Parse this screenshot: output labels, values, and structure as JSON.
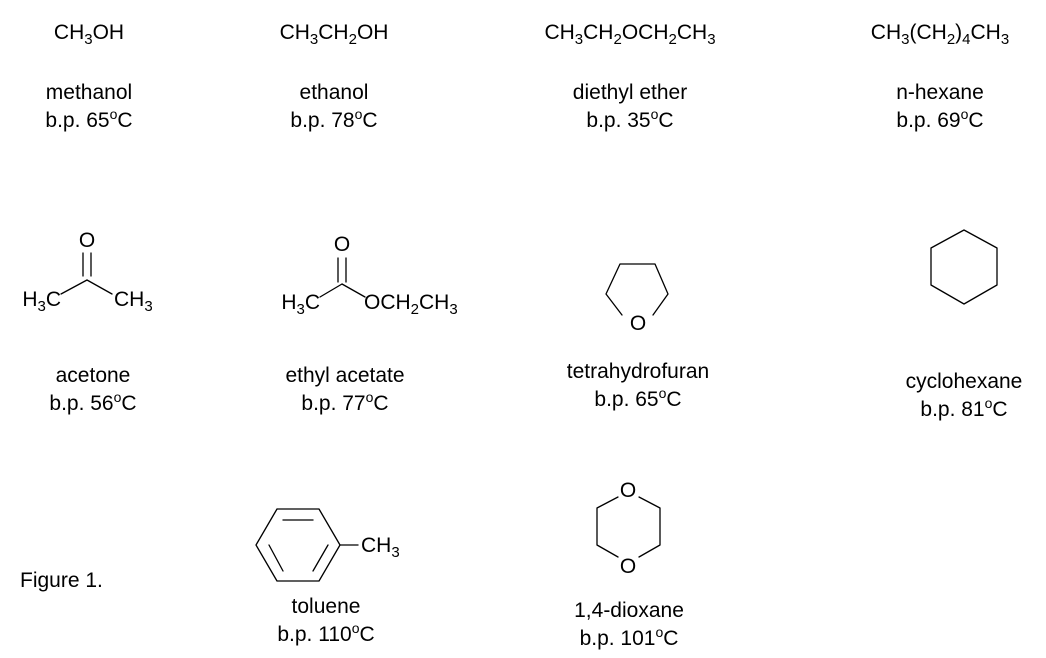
{
  "figure_label": "Figure 1.",
  "compounds": [
    {
      "name": "methanol",
      "bp": "65",
      "formula": [
        [
          "CH",
          ""
        ],
        [
          "3",
          "sub"
        ],
        [
          "OH",
          ""
        ]
      ]
    },
    {
      "name": "ethanol",
      "bp": "78",
      "formula": [
        [
          "CH",
          ""
        ],
        [
          "3",
          "sub"
        ],
        [
          "CH",
          ""
        ],
        [
          "2",
          "sub"
        ],
        [
          "OH",
          ""
        ]
      ]
    },
    {
      "name": "diethyl ether",
      "bp": "35",
      "formula": [
        [
          "CH",
          ""
        ],
        [
          "3",
          "sub"
        ],
        [
          "CH",
          ""
        ],
        [
          "2",
          "sub"
        ],
        [
          "OCH",
          ""
        ],
        [
          "2",
          "sub"
        ],
        [
          "CH",
          ""
        ],
        [
          "3",
          "sub"
        ]
      ]
    },
    {
      "name": "n-hexane",
      "bp": "69",
      "formula": [
        [
          "CH",
          ""
        ],
        [
          "3",
          "sub"
        ],
        [
          "(CH",
          ""
        ],
        [
          "2",
          "sub"
        ],
        [
          ")",
          ""
        ],
        [
          "4",
          "sub"
        ],
        [
          "CH",
          ""
        ],
        [
          "3",
          "sub"
        ]
      ]
    },
    {
      "name": "acetone",
      "bp": "56",
      "structure": "acetone",
      "atoms": {
        "o": "O",
        "left": [
          [
            "H",
            ""
          ],
          [
            "3",
            "sub"
          ],
          [
            "C",
            ""
          ]
        ],
        "right": [
          [
            "CH",
            ""
          ],
          [
            "3",
            "sub"
          ]
        ]
      }
    },
    {
      "name": "ethyl acetate",
      "bp": "77",
      "structure": "ethyl-acetate",
      "atoms": {
        "o": "O",
        "left": [
          [
            "H",
            ""
          ],
          [
            "3",
            "sub"
          ],
          [
            "C",
            ""
          ]
        ],
        "right": [
          [
            "OCH",
            ""
          ],
          [
            "2",
            "sub"
          ],
          [
            "CH",
            ""
          ],
          [
            "3",
            "sub"
          ]
        ]
      }
    },
    {
      "name": "tetrahydrofuran",
      "bp": "65",
      "structure": "thf",
      "atoms": {
        "o": "O"
      }
    },
    {
      "name": "cyclohexane",
      "bp": "81",
      "structure": "cyclohexane"
    },
    {
      "name": "toluene",
      "bp": "110",
      "structure": "toluene",
      "atoms": {
        "right": [
          [
            "CH",
            ""
          ],
          [
            "3",
            "sub"
          ]
        ]
      }
    },
    {
      "name": "1,4-dioxane",
      "bp": "101",
      "structure": "dioxane",
      "atoms": {
        "o1": "O",
        "o2": "O"
      }
    }
  ],
  "bp_prefix": "b.p. ",
  "degree_symbol": "o",
  "temp_unit": "C"
}
